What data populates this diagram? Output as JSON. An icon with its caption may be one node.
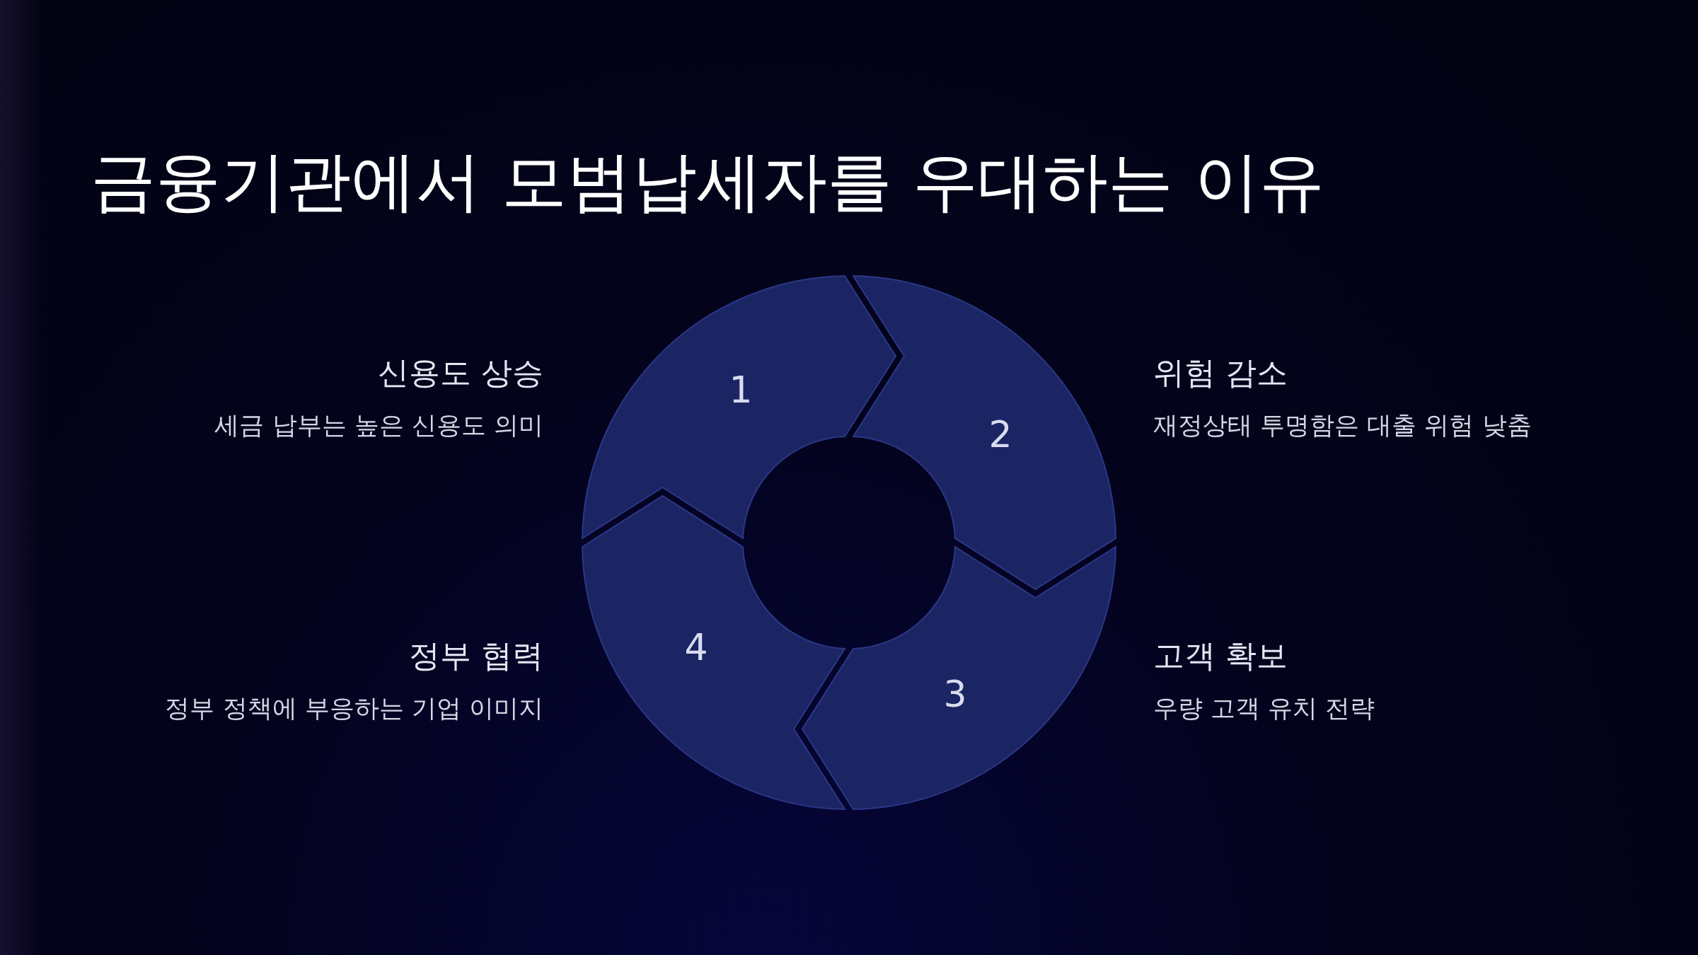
{
  "diagram": {
    "title": "금융기관에서 모범납세자를 우대하는 이유",
    "nodes": [
      {
        "text": [
          "1"
        ],
        "beside": [
          "신용도 상승",
          "세금 납부는 높은 신용도 의미"
        ]
      },
      {
        "text": [
          "2"
        ],
        "beside": [
          "위험 감소",
          "재정상태 투명함은 대출 위험 낮춤"
        ]
      },
      {
        "text": [
          "3"
        ],
        "beside": [
          "고객 확보",
          "우량 고객 유치 전략"
        ]
      },
      {
        "text": [
          "4"
        ],
        "beside": [
          "정부 협력",
          "정부 정책에 부응하는 기업 이미지"
        ]
      }
    ]
  }
}
